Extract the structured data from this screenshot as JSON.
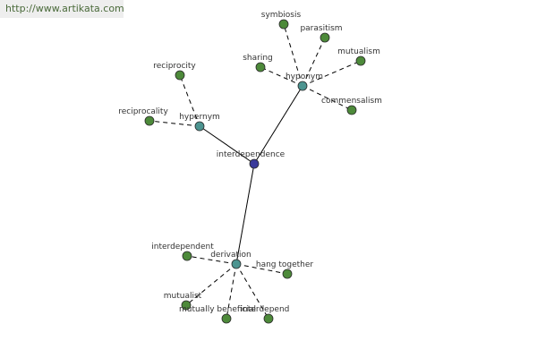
{
  "watermark": "http://www.artikata.com",
  "colors": {
    "center": "#3a3a9a",
    "hub": "#4c9490",
    "leaf": "#4d8a3a",
    "edge": "#000000"
  },
  "graph": {
    "center": {
      "id": "interdependence",
      "label": "interdependence"
    },
    "hubs": [
      {
        "id": "hypernym",
        "label": "hypernym",
        "leaves": [
          "reciprocity",
          "reciprocality"
        ]
      },
      {
        "id": "hyponym",
        "label": "hyponym",
        "leaves": [
          "symbiosis",
          "parasitism",
          "mutualism",
          "sharing",
          "commensalism"
        ]
      },
      {
        "id": "derivation",
        "label": "derivation",
        "leaves": [
          "interdependent",
          "hang together",
          "mutualist",
          "mutually beneficial",
          "interdepend"
        ]
      }
    ]
  }
}
